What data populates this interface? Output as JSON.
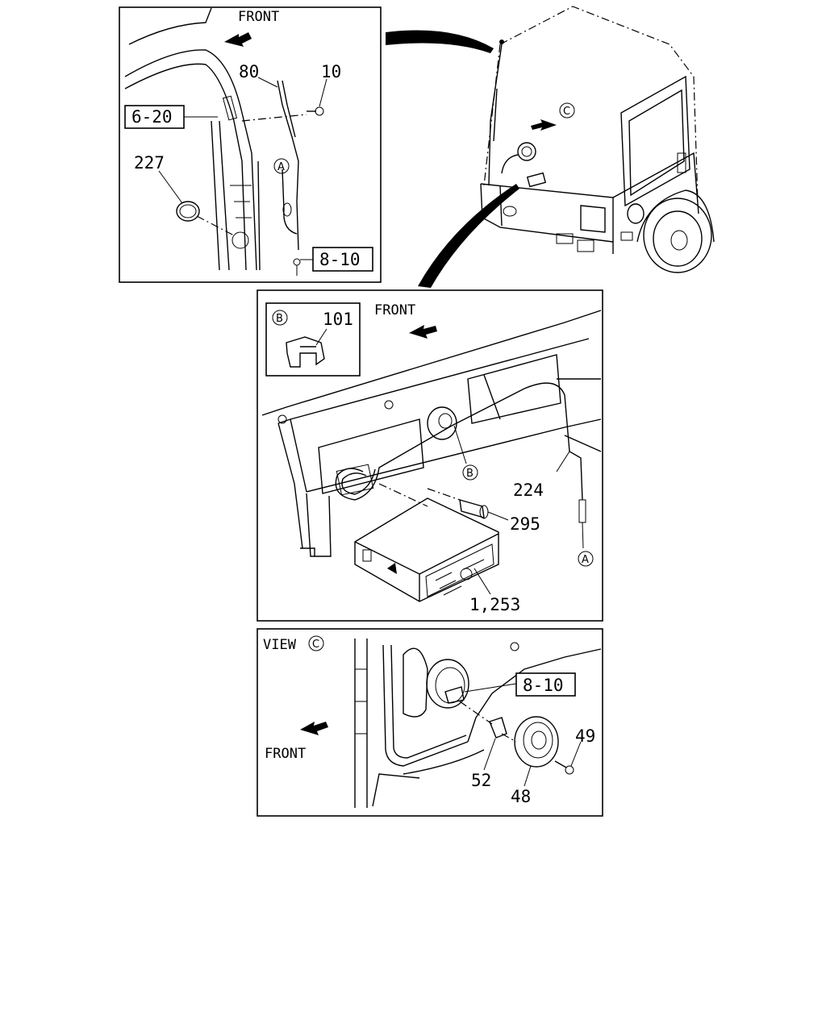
{
  "panel_top": {
    "front_label": "FRONT",
    "callouts": {
      "c80": "80",
      "c10": "10",
      "c227": "227"
    },
    "ref_boxes": {
      "r620": "6-20",
      "r810": "8-10"
    },
    "markers": {
      "a": "A"
    }
  },
  "truck": {
    "markers": {
      "c": "C"
    }
  },
  "panel_middle": {
    "front_label": "FRONT",
    "inset": {
      "marker": "B",
      "callout": "101"
    },
    "callouts": {
      "c224": "224",
      "c295": "295",
      "c1253": "1,253"
    },
    "markers": {
      "b": "B",
      "a": "A"
    }
  },
  "panel_bottom": {
    "view_label": "VIEW",
    "view_marker": "C",
    "front_label": "FRONT",
    "ref_boxes": {
      "r810": "8-10"
    },
    "callouts": {
      "c49": "49",
      "c52": "52",
      "c48": "48"
    }
  }
}
